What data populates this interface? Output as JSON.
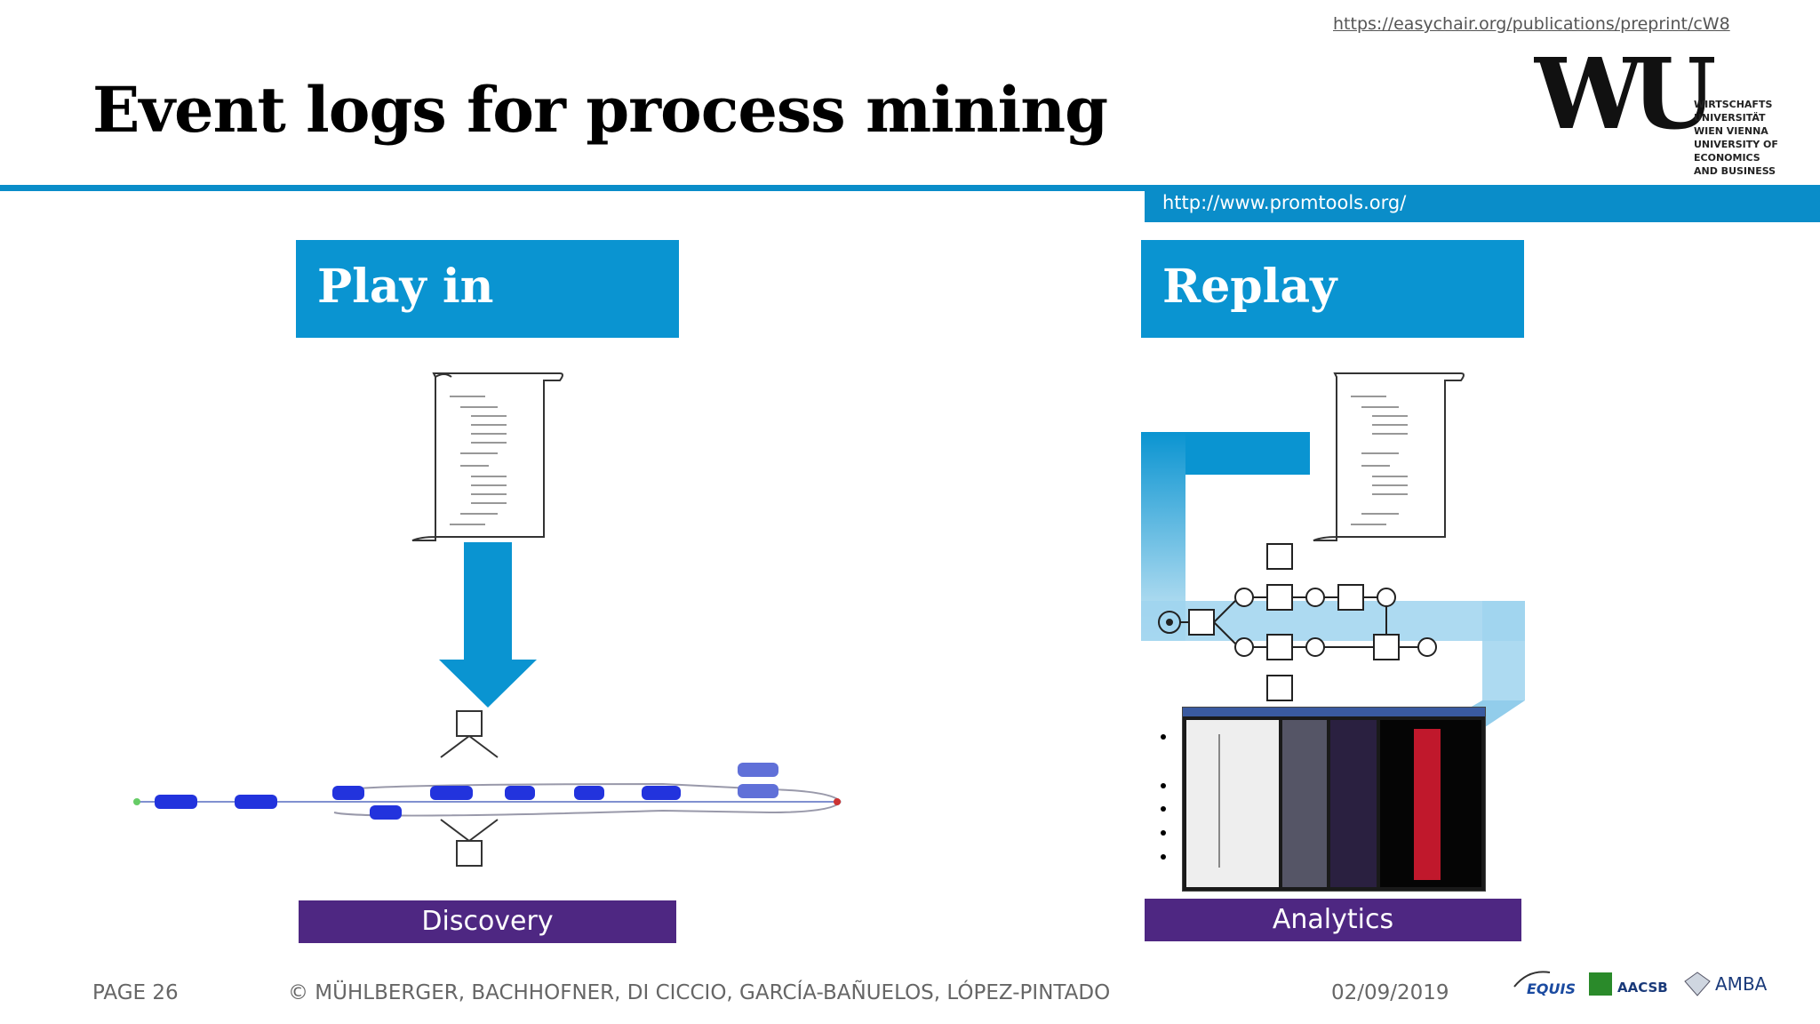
{
  "header": {
    "source_url": "https://easychair.org/publications/preprint/cW8",
    "title": "Event logs for process mining",
    "tools_url": "http://www.promtools.org/"
  },
  "logo": {
    "mark": "WU",
    "lines": [
      "WIRTSCHAFTS",
      "UNIVERSITÄT",
      "WIEN VIENNA",
      "UNIVERSITY OF",
      "ECONOMICS",
      "AND BUSINESS"
    ]
  },
  "left_panel": {
    "heading": "Play in",
    "label": "Discovery"
  },
  "right_panel": {
    "heading": "Replay",
    "label": "Analytics"
  },
  "footer": {
    "page": "PAGE 26",
    "authors": "© MÜHLBERGER, BACHHOFNER, DI CICCIO, GARCÍA-BAÑUELOS, LÓPEZ-PINTADO",
    "date": "02/09/2019"
  },
  "accreditations": [
    "EQUIS",
    "AACSB",
    "AMBA"
  ],
  "colors": {
    "blue": "#0a94d1",
    "purple": "#4e2782",
    "light_blue": "#9fd3ee"
  }
}
